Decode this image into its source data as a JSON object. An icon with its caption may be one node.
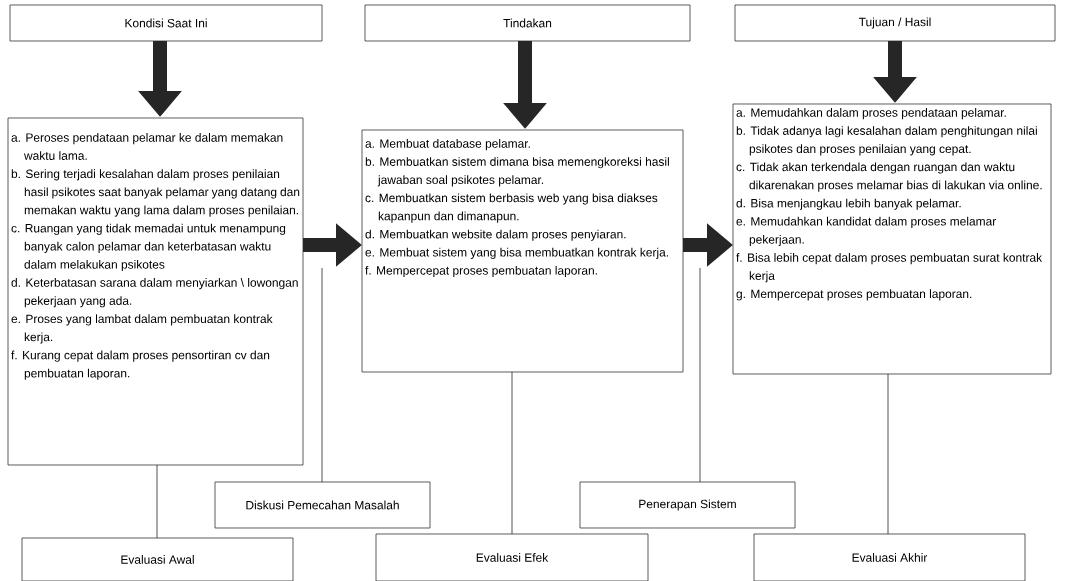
{
  "diagram": {
    "nodes": [
      {
        "text": [
          "Kondisi Saat Ini"
        ]
      },
      {
        "text": [
          "Tindakan"
        ]
      },
      {
        "text": [
          "Tujuan / Hasil"
        ]
      },
      {
        "text": [
          "a. Peroses pendataan pelamar ke dalam memakan waktu lama.",
          "b. Sering terjadi kesalahan dalam proses penilaian hasil psikotes saat banyak pelamar yang datang dan memakan waktu yang lama dalam proses penilaian.",
          "c.  Ruangan yang tidak memadai untuk menampung banyak calon pelamar dan keterbatasan waktu dalam melakukan psikotes",
          "d. Keterbatasan sarana dalam menyiarkan \\ lowongan pekerjaan yang ada.",
          "e. Proses yang lambat dalam pembuatan kontrak kerja.",
          "f.  Kurang cepat dalam proses pensortiran cv dan pembuatan laporan."
        ]
      },
      {
        "text": [
          "a. Membuat database pelamar.",
          "b. Membuatkan sistem dimana bisa memengkoreksi hasil jawaban soal psikotes pelamar.",
          "c.  Membuatkan sistem berbasis web yang bisa diakses kapanpun dan dimanapun.",
          "d. Membuatkan website dalam proses penyiaran.",
          "e. Membuat sistem yang bisa membuatkan kontrak kerja.",
          "f. Mempercepat proses pembuatan laporan."
        ]
      },
      {
        "text": [
          "a. Memudahkan dalam proses pendataan pelamar.",
          "b. Tidak adanya lagi kesalahan dalam penghitungan nilai psikotes dan proses penilaian yang cepat.",
          "c.  Tidak akan terkendala dengan ruangan dan waktu dikarenakan proses melamar bias di lakukan via online.",
          "d. Bisa menjangkau lebih banyak pelamar.",
          "e. Memudahkan kandidat dalam proses melamar pekerjaan.",
          "f.  Bisa lebih cepat dalam proses pembuatan surat kontrak kerja",
          "g. Mempercepat proses pembuatan laporan."
        ]
      },
      {
        "text": [
          "Diskusi Pemecahan Masalah"
        ]
      },
      {
        "text": [
          "Penerapan Sistem"
        ]
      },
      {
        "text": [
          "Evaluasi Awal"
        ]
      },
      {
        "text": [
          "Evaluasi Efek"
        ]
      },
      {
        "text": [
          "Evaluasi Akhir"
        ]
      }
    ],
    "edges": [
      {
        "from": 0,
        "to": 3,
        "arrow": "to",
        "style": "thick"
      },
      {
        "from": 1,
        "to": 4,
        "arrow": "to",
        "style": "thick"
      },
      {
        "from": 2,
        "to": 5,
        "arrow": "to",
        "style": "thick"
      },
      {
        "from": 3,
        "to": 4,
        "arrow": "to",
        "style": "thick"
      },
      {
        "from": 4,
        "to": 5,
        "arrow": "to",
        "style": "thick"
      },
      {
        "from": 3,
        "to": 8,
        "arrow": "none"
      },
      {
        "from": 6,
        "to": null,
        "arrow": "none"
      },
      {
        "from": 4,
        "to": 9,
        "arrow": "none"
      },
      {
        "from": 7,
        "to": null,
        "arrow": "none"
      },
      {
        "from": 5,
        "to": 10,
        "arrow": "none"
      }
    ]
  }
}
